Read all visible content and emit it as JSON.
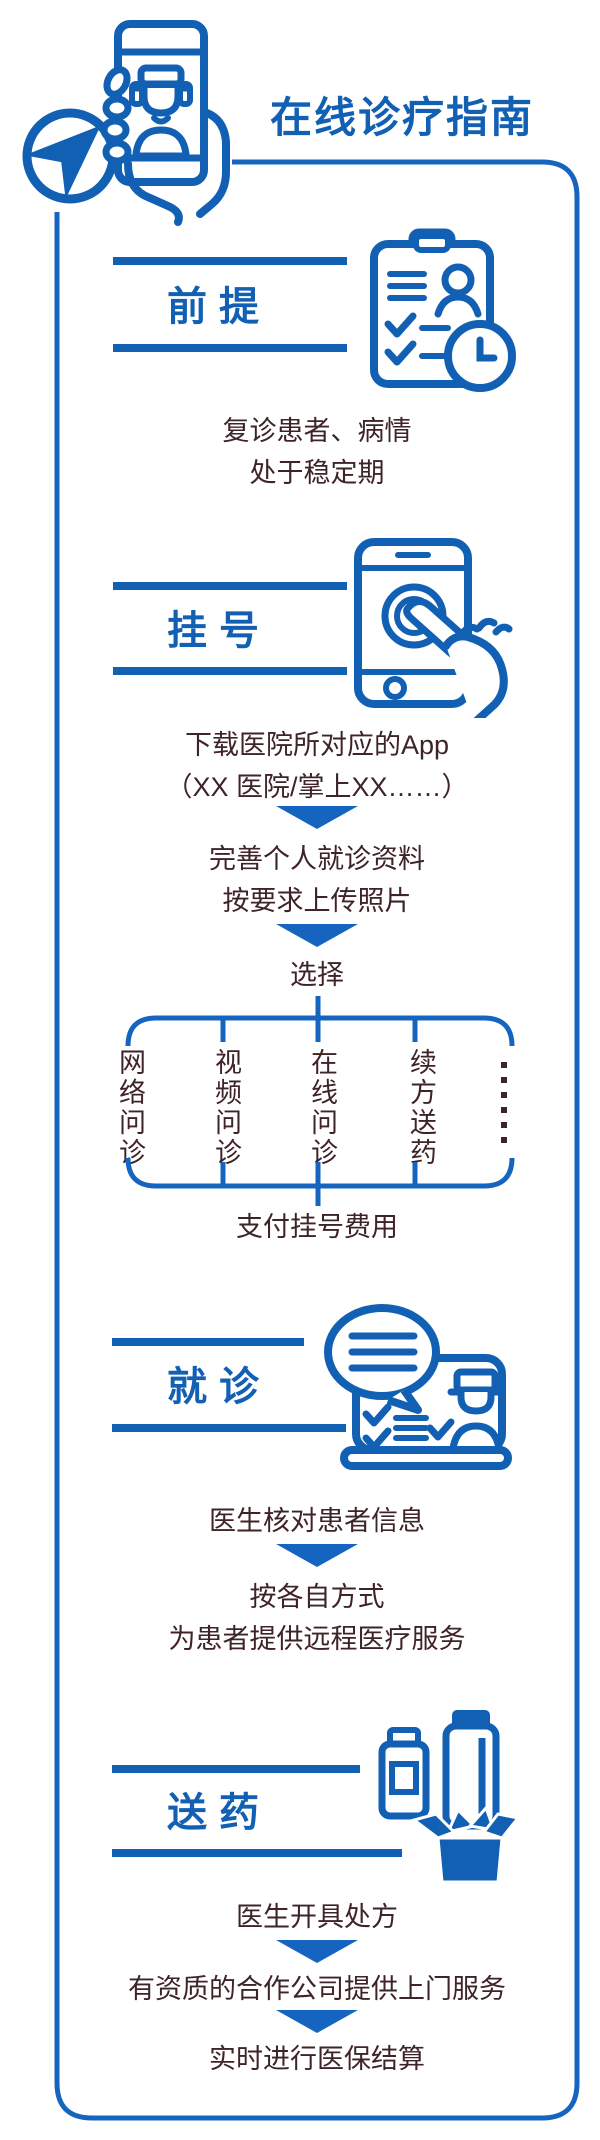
{
  "title": "在线诊疗指南",
  "colors": {
    "primary_blue": "#1160b4",
    "body_text": "#3e2327"
  },
  "icons": {
    "logo": "hand-holding-phone-icon",
    "compass": "navigation-compass-icon",
    "premise": "medical-checklist-clock-icon",
    "register": "phone-touch-icon",
    "consult": "laptop-doctor-chat-icon",
    "delivery": "medicine-box-icon",
    "arrow": "arrow-down-icon"
  },
  "sections": {
    "premise": {
      "heading": "前提",
      "body_line1": "复诊患者、病情",
      "body_line2": "处于稳定期"
    },
    "register": {
      "heading": "挂号",
      "step1_line1": "下载医院所对应的App",
      "step1_line2": "（XX 医院/掌上XX……）",
      "step2_line1": "完善个人就诊资料",
      "step2_line2": "按要求上传照片",
      "choose_label": "选择",
      "options": [
        "网络问诊",
        "视频问诊",
        "在线问诊",
        "续方送药"
      ],
      "options_more": "……",
      "step3": "支付挂号费用"
    },
    "consult": {
      "heading": "就诊",
      "step1": "医生核对患者信息",
      "step2_line1": "按各自方式",
      "step2_line2": "为患者提供远程医疗服务"
    },
    "delivery": {
      "heading": "送药",
      "step1": "医生开具处方",
      "step2": "有资质的合作公司提供上门服务",
      "step3": "实时进行医保结算"
    }
  }
}
